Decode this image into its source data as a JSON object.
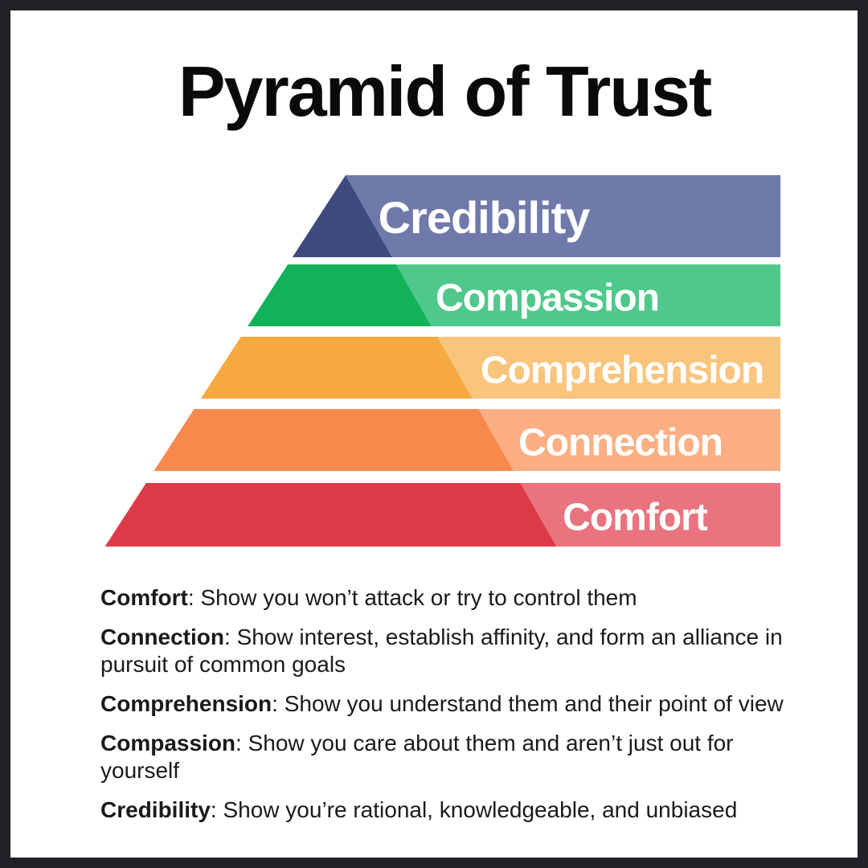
{
  "title": "Pyramid of Trust",
  "colors": {
    "frame_border": "#222226",
    "background": "#ffffff",
    "title_text": "#0a0a0a",
    "body_text": "#1a1a1a",
    "layer_label_text": "#ffffff"
  },
  "pyramid": {
    "layers": [
      {
        "label": "Credibility",
        "dark_color": "#3E4A7E",
        "light_color": "#6F7AAB"
      },
      {
        "label": "Compassion",
        "dark_color": "#12B259",
        "light_color": "#4FC88B"
      },
      {
        "label": "Comprehension",
        "dark_color": "#F6A940",
        "light_color": "#F9C47C"
      },
      {
        "label": "Connection",
        "dark_color": "#F8884B",
        "light_color": "#FBAF82"
      },
      {
        "label": "Comfort",
        "dark_color": "#DC3A48",
        "light_color": "#E9737E"
      }
    ]
  },
  "descriptions": {
    "separator": ": ",
    "items": [
      {
        "term": "Comfort",
        "desc": "Show you won’t attack or try to control them"
      },
      {
        "term": "Connection",
        "desc": "Show interest, establish affinity, and form an alliance in\npursuit of common goals"
      },
      {
        "term": "Comprehension",
        "desc": "Show you understand them and their point of view"
      },
      {
        "term": "Compassion",
        "desc": "Show you care about them and aren’t just out for\nyourself"
      },
      {
        "term": "Credibility",
        "desc": "Show you’re rational, knowledgeable, and unbiased"
      }
    ]
  }
}
